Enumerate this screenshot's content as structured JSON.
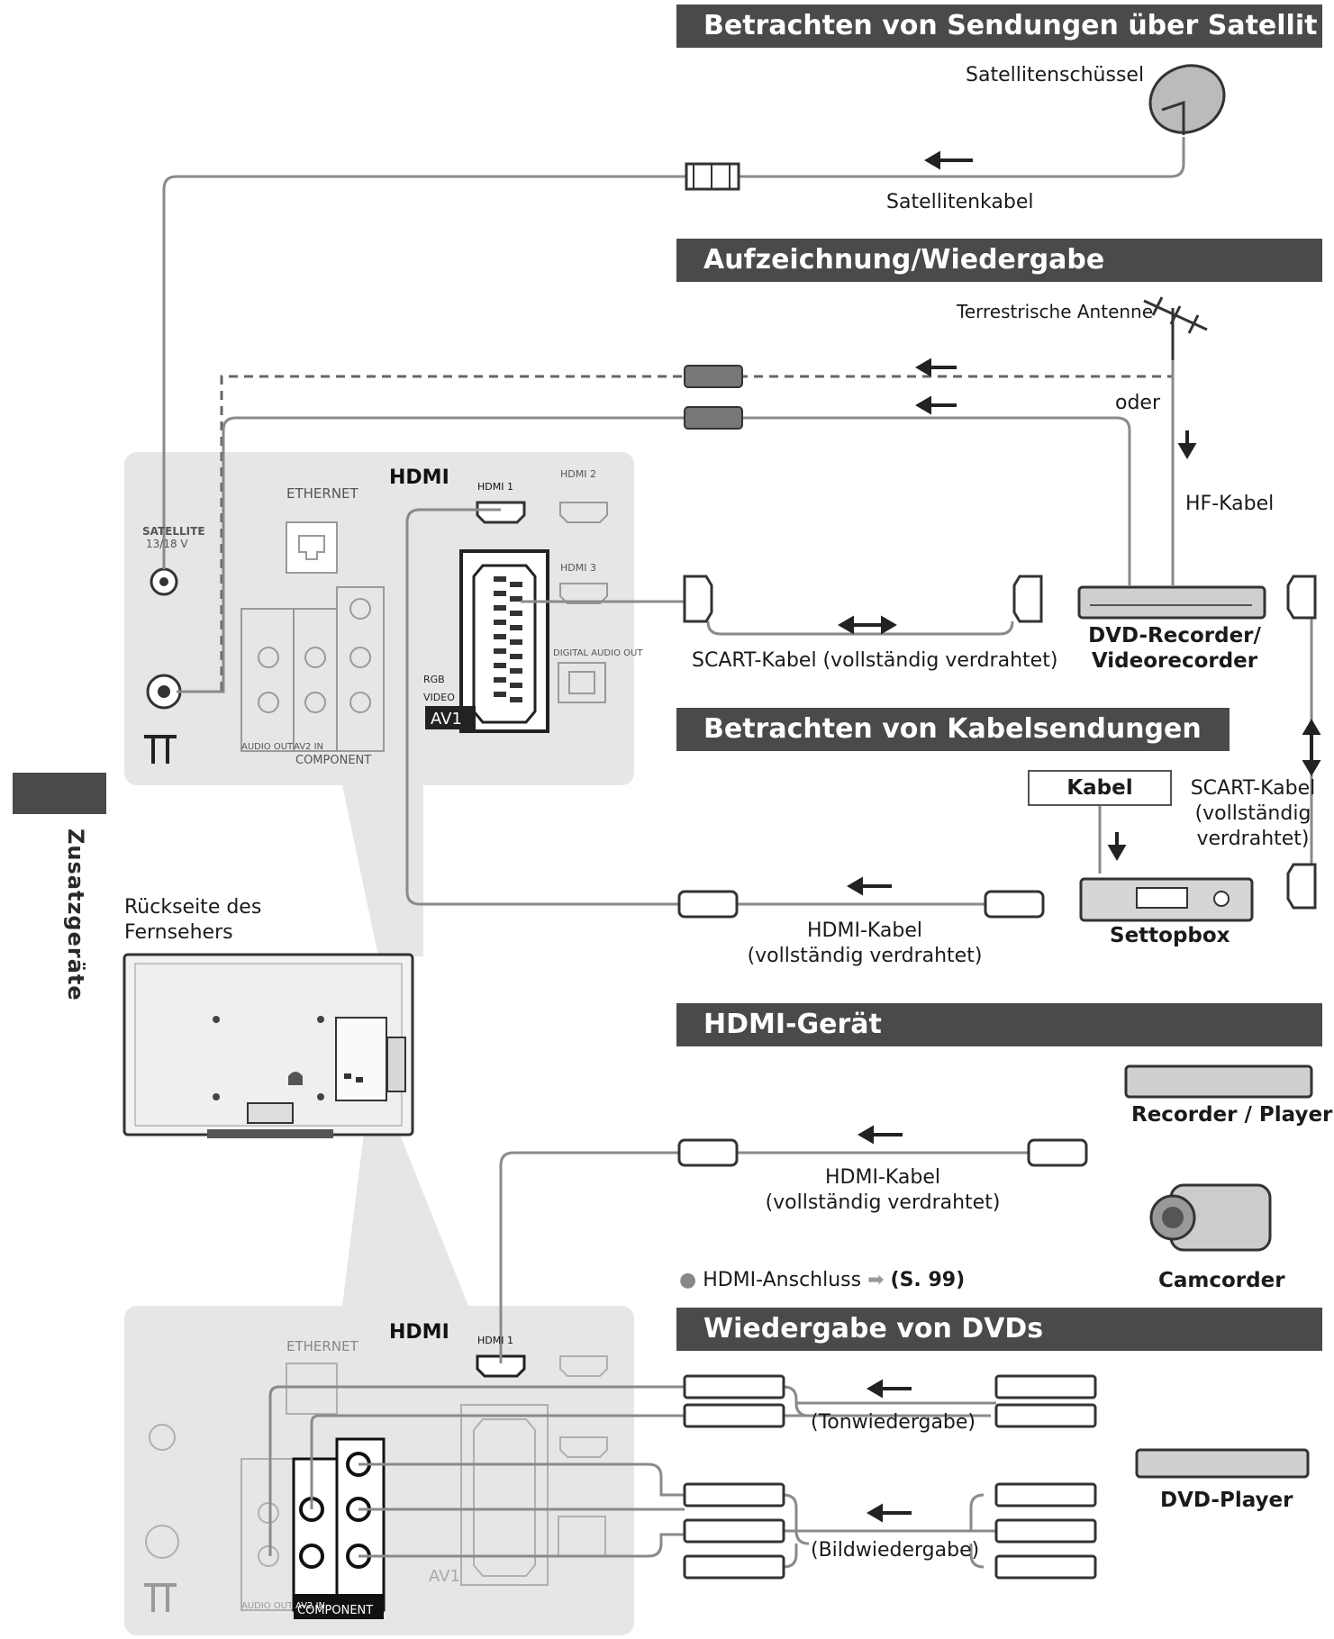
{
  "sections": {
    "satellite": "Betrachten von Sendungen über Satellit",
    "recording": "Aufzeichnung/Wiedergabe",
    "cable_tv": "Betrachten von Kabelsendungen",
    "hdmi_device": "HDMI-Gerät",
    "dvd_playback": "Wiedergabe von DVDs"
  },
  "labels": {
    "satellite_dish": "Satellitenschüssel",
    "satellite_cable": "Satellitenkabel",
    "terrestrial_antenna": "Terrestrische Antenne",
    "or": "oder",
    "rf_cable": "HF-Kabel",
    "scart_cable": "SCART-Kabel (vollständig verdrahtet)",
    "dvd_recorder_line1": "DVD-Recorder/",
    "dvd_recorder_line2": "Videorecorder",
    "cable": "Kabel",
    "scart_cable_right_1": "SCART-Kabel",
    "scart_cable_right_2": "(vollständig",
    "scart_cable_right_3": "verdrahtet)",
    "settopbox": "Settopbox",
    "hdmi_cable_1": "HDMI-Kabel",
    "hdmi_cable_1_sub": "(vollständig verdrahtet)",
    "tv_rear_1": "Rückseite des",
    "tv_rear_2": "Fernsehers",
    "recorder_player": "Recorder / Player",
    "hdmi_cable_2": "HDMI-Kabel",
    "hdmi_cable_2_sub": "(vollständig verdrahtet)",
    "camcorder": "Camcorder",
    "hdmi_port_note": "HDMI-Anschluss",
    "hdmi_port_page": "(S. 99)",
    "audio_playback": "(Tonwiedergabe)",
    "video_playback": "(Bildwiedergabe)",
    "dvd_player": "DVD-Player",
    "side_tab": "Zusatzgeräte"
  },
  "panel_labels": {
    "hdmi_logo": "HDMI",
    "ethernet": "ETHERNET",
    "satellite_port": "SATELLITE",
    "satellite_spec": "13/18 V",
    "hdmi1": "HDMI 1",
    "hdmi2": "HDMI 2",
    "hdmi3": "HDMI 3",
    "rgb": "RGB",
    "video": "VIDEO",
    "av1": "AV1",
    "audio_out": "AUDIO OUT",
    "av_in": "AV2 IN",
    "component": "COMPONENT",
    "digital_audio_out": "DIGITAL AUDIO OUT"
  },
  "colors": {
    "header_bg": "#4a4a4a",
    "header_text": "#ffffff",
    "panel_bg": "#e6e6e6",
    "cable": "#8a8a8a"
  }
}
